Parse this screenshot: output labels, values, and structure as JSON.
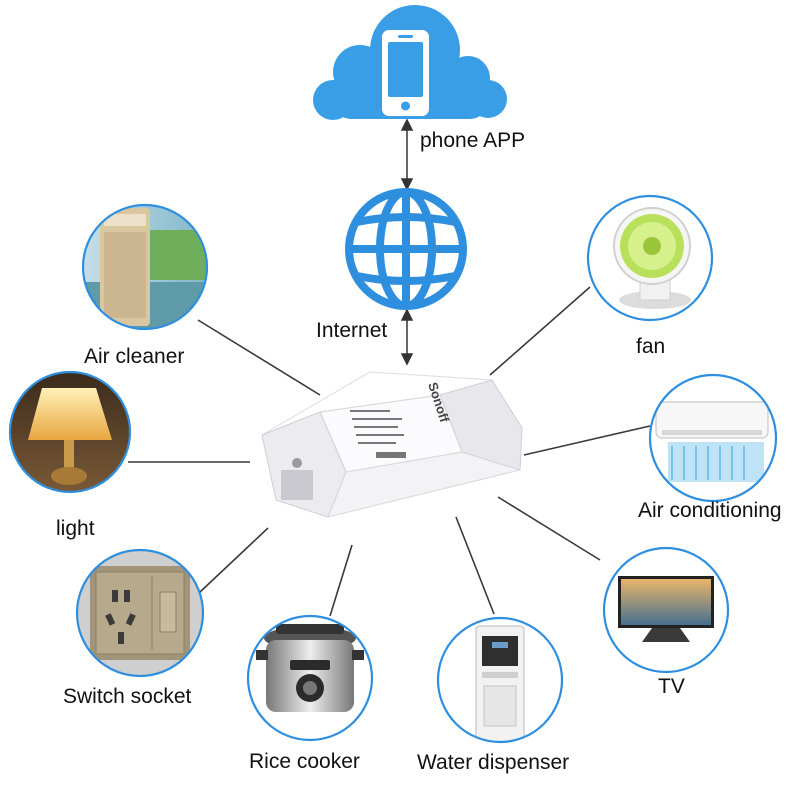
{
  "colors": {
    "cloud": "#3a9ee6",
    "globe": "#2f8fdf",
    "ring": "#2f8fdf",
    "line": "#3a3a3a",
    "label": "#111111"
  },
  "top": {
    "phone_label": "phone APP",
    "internet_label": "Internet"
  },
  "hub": {
    "brand": "Sonoff"
  },
  "devices": {
    "air_cleaner": "Air cleaner",
    "light": "light",
    "switch_socket": "Switch socket",
    "rice_cooker": "Rice cooker",
    "water_dispenser": "Water dispenser",
    "fan": "fan",
    "air_conditioning": "Air conditioning",
    "tv": "TV"
  },
  "icons": {
    "cloud": "cloud-icon",
    "phone": "phone-icon",
    "globe": "globe-icon",
    "arrows": "double-arrow-icon"
  }
}
